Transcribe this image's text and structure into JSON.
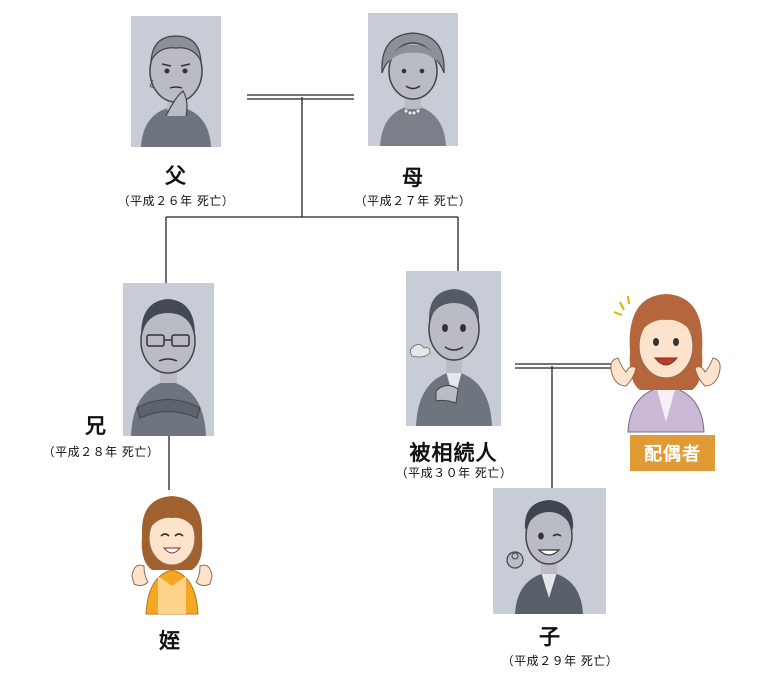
{
  "persons": {
    "father": {
      "name": "父",
      "date": "（平成２６年 死亡）"
    },
    "mother": {
      "name": "母",
      "date": "（平成２７年 死亡）"
    },
    "brother": {
      "name": "兄",
      "date": "（平成２８年 死亡）"
    },
    "deceased": {
      "name": "被相続人",
      "date": "（平成３０年 死亡）"
    },
    "spouse": {
      "badge": "配偶者"
    },
    "child": {
      "name": "子",
      "date": "（平成２９年 死亡）"
    },
    "niece": {
      "name": "姪"
    }
  },
  "colors": {
    "photo_bg": "#c8ccd6",
    "badge": "#e09a36",
    "line": "#222222"
  }
}
